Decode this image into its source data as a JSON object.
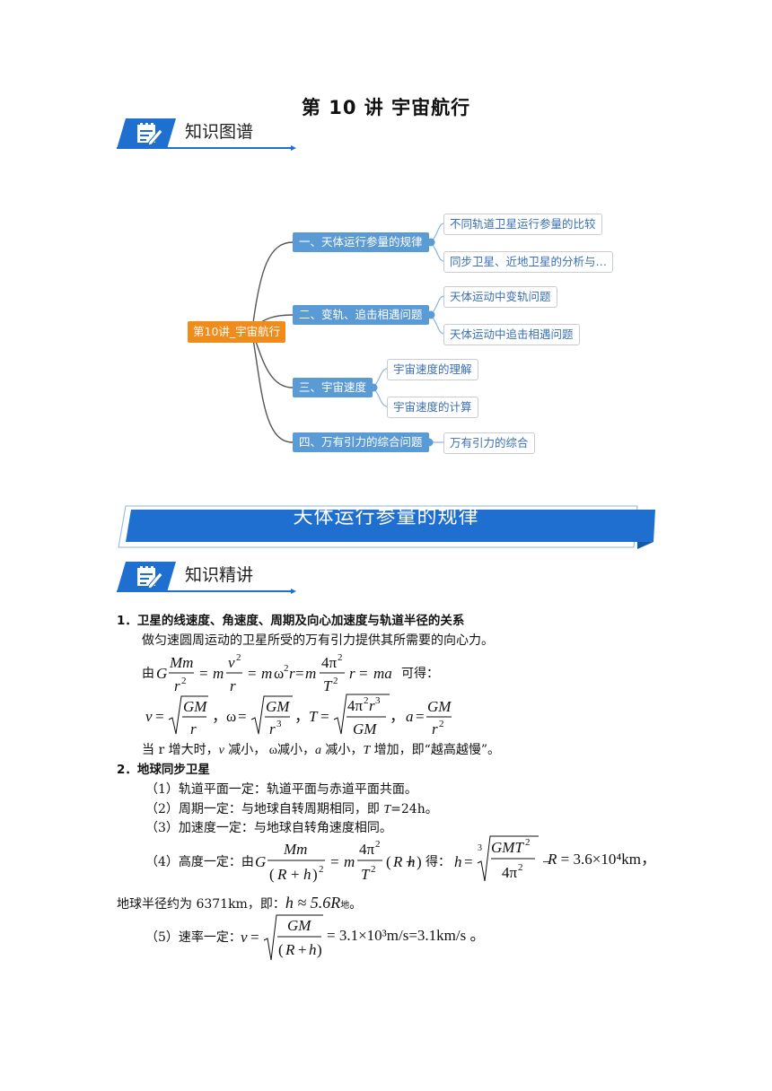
{
  "doc_title": "第 10 讲  宇宙航行",
  "section_headers": {
    "map": "知识图谱",
    "lecture": "知识精讲"
  },
  "mindmap": {
    "root": "第10讲_宇宙航行",
    "branches": [
      {
        "label": "一、天体运行参量的规律",
        "children": [
          "不同轨道卫星运行参量的比较",
          "同步卫星、近地卫星的分析与…"
        ]
      },
      {
        "label": "二、变轨、追击相遇问题",
        "children": [
          "天体运动中变轨问题",
          "天体运动中追击相遇问题"
        ]
      },
      {
        "label": "三、宇宙速度",
        "children": [
          "宇宙速度的理解",
          "宇宙速度的计算"
        ]
      },
      {
        "label": "四、万有引力的综合问题",
        "children": [
          "万有引力的综合"
        ]
      }
    ]
  },
  "banner": "天体运行参量的规律",
  "content": {
    "h1": "1．卫星的线速度、角速度、周期及向心加速度与轨道半径的关系",
    "p1": "做匀速圆周运动的卫星所受的万有引力提供其所需要的向心力。",
    "eq1_prefix": "由",
    "eq1_suffix": "可得：",
    "p2_a": "当 r 增大时，",
    "p2_v": "v",
    "p2_b": " 减小，",
    "p2_w": " ω",
    "p2_c": "减小，",
    "p2_a2": "a",
    "p2_d": " 减小，",
    "p2_T": "T",
    "p2_e": " 增加，即“越高越慢”。",
    "h2": "2．地球同步卫星",
    "s1": "（1）轨道平面一定：轨道平面与赤道平面共面。",
    "s2_a": "（2）周期一定：与地球自转周期相同，即 ",
    "s2_T": "T",
    "s2_b": "=24h。",
    "s3": "（3）加速度一定：与地球自转角速度相同。",
    "s4_prefix": "（4）高度一定：由",
    "s4_mid": "得：",
    "s4_value": "= 3.6×10⁴km，",
    "p3": "地球半径约为 6371km，即：",
    "p3_approx": "h ≈ 5.6R",
    "p3_sub": "地",
    "p3_end": "。",
    "s5_prefix": "（5）速率一定：",
    "s5_value": "= 3.1×10³m/s=3.1km/s 。"
  }
}
